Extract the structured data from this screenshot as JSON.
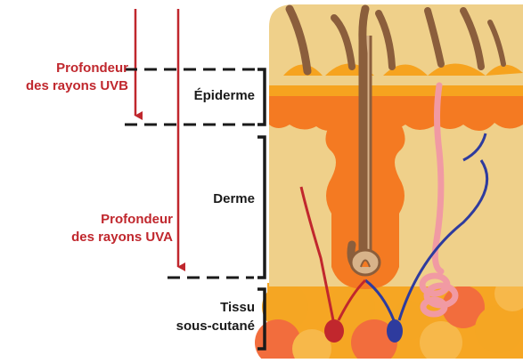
{
  "labels": {
    "uvb_line1": "Profondeur",
    "uvb_line2": "des rayons UVB",
    "uva_line1": "Profondeur",
    "uva_line2": "des rayons UVA",
    "epiderme": "Épiderme",
    "derme": "Derme",
    "tissu_line1": "Tissu",
    "tissu_line2": "sous-cutané"
  },
  "colors": {
    "ray_arrow": "#c0272d",
    "label_red": "#c0272d",
    "skin_surface": "#efd08a",
    "epidermis_band": "#f6a31f",
    "epidermis_body": "#f47a22",
    "dermis": "#efd08a",
    "hair": "#8b5e3c",
    "follicle": "#f47a22",
    "artery": "#c1272d",
    "vein": "#2e3b9e",
    "sweat_gland": "#f19aa3",
    "fat_cells": [
      "#f5a623",
      "#f26d3d",
      "#f7b84a"
    ]
  }
}
